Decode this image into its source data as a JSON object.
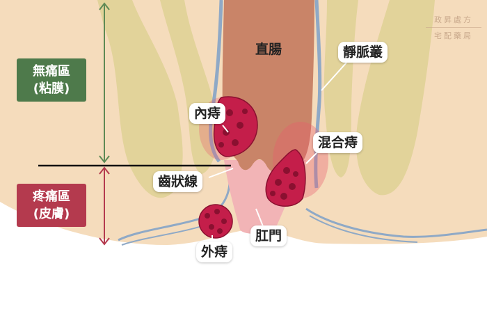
{
  "watermark": {
    "line1": "政昇處方",
    "line2": "宅配藥局"
  },
  "zones": {
    "painless": {
      "line1": "無痛區",
      "line2": "(粘膜)",
      "color": "#4e7a4b"
    },
    "painful": {
      "line1": "疼痛區",
      "line2": "(皮膚)",
      "color": "#b43a4e"
    }
  },
  "labels": {
    "rectum": "直腸",
    "venous_plexus": "靜脈叢",
    "internal_hemorrhoid": "內痔",
    "mixed_hemorrhoid": "混合痔",
    "dentate_line": "齒狀線",
    "anus": "肛門",
    "external_hemorrhoid": "外痔"
  },
  "colors": {
    "skin": "#f5dcbc",
    "muscle": "#e2d39a",
    "rectum": "#c98468",
    "mucosa_pink": "#f2b4b6",
    "hemorrhoid": "#c41e4a",
    "vein": "#8fa9c6",
    "arrow_green": "#5e8a55",
    "arrow_red": "#b43a4e"
  }
}
